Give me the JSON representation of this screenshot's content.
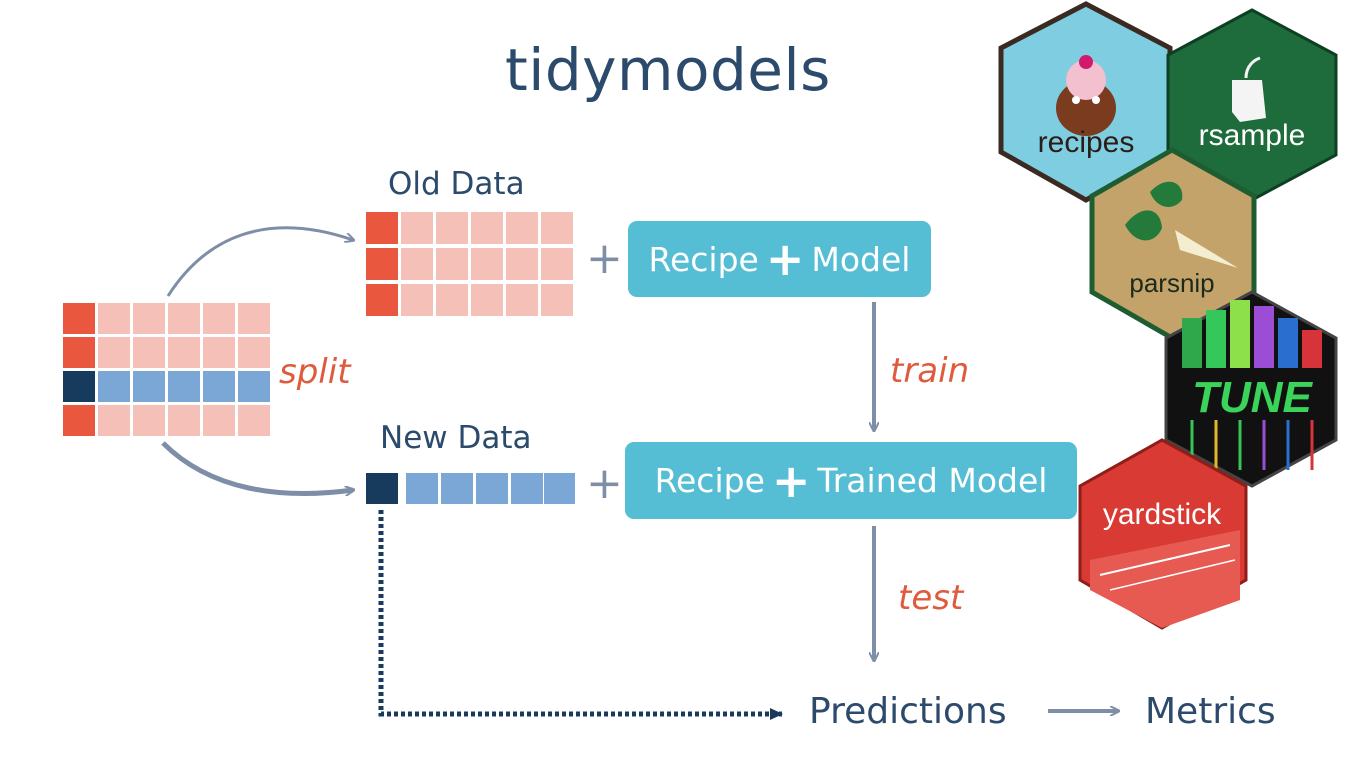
{
  "title": "tidymodels",
  "labels": {
    "old_data": "Old Data",
    "new_data": "New Data",
    "split": "split",
    "train": "train",
    "test": "test",
    "predictions": "Predictions",
    "metrics": "Metrics",
    "plus": "+"
  },
  "boxes": {
    "recipe_model": {
      "left": "Recipe",
      "right": "Model"
    },
    "recipe_trained": {
      "left": "Recipe",
      "right": "Trained Model"
    }
  },
  "hex_stickers": [
    {
      "name": "recipes",
      "color": "#7fcde0"
    },
    {
      "name": "rsample",
      "color": "#1e6b3c"
    },
    {
      "name": "parsnip",
      "color": "#c4a36a"
    },
    {
      "name": "TUNE",
      "color": "#111111"
    },
    {
      "name": "yardstick",
      "color": "#d93a33"
    }
  ],
  "colors": {
    "dark_text": "#2c4a6b",
    "accent_red": "#e05a3c",
    "pill": "#55bed5",
    "cell_red": "#e8573e",
    "cell_pink": "#f5c0b8",
    "cell_navy": "#173b5c",
    "cell_blue": "#7ba7d6",
    "arrow": "#7f8ea8"
  }
}
